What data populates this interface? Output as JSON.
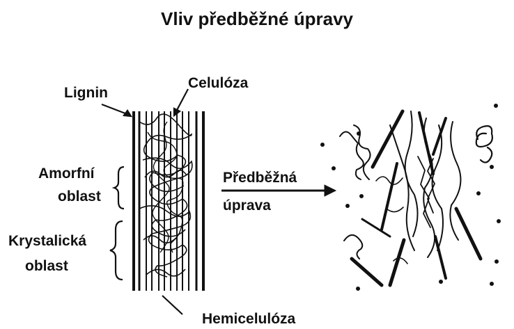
{
  "title": "Vliv předběžné úpravy",
  "labels": {
    "lignin": "Lignin",
    "celulosa": "Celulóza",
    "amorfni_line1": "Amorfní",
    "amorfni_line2": "oblast",
    "krystalicka_line1": "Krystalická",
    "krystalicka_line2": "oblast",
    "hemiceluloza": "Hemicelulóza",
    "pretreatment_line1": "Předběžná",
    "pretreatment_line2": "úprava"
  },
  "colors": {
    "ink": "#111111",
    "background": "#ffffff"
  }
}
